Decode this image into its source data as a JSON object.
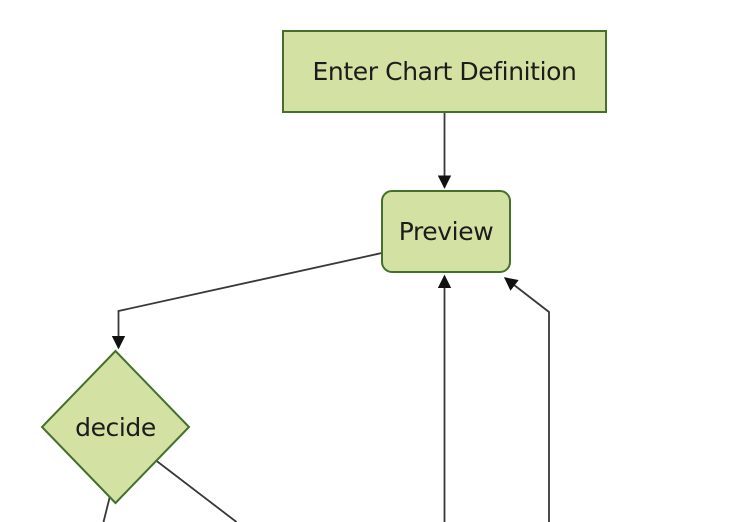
{
  "colors": {
    "background": "#ffffff",
    "node_fill": "#d3e2a2",
    "node_stroke": "#44702b",
    "edge": "#383838",
    "arrow": "#111111",
    "text": "#1c1c1c"
  },
  "nodes": {
    "definition": {
      "label": "Enter Chart Definition",
      "shape": "rectangle"
    },
    "preview": {
      "label": "Preview",
      "shape": "rounded-rectangle"
    },
    "decide": {
      "label": "decide",
      "shape": "diamond"
    }
  },
  "edges": [
    {
      "from": "definition",
      "to": "preview",
      "arrow": true
    },
    {
      "from": "preview",
      "to": "decide",
      "arrow": true
    },
    {
      "from": "offscreen-bottom",
      "to": "preview",
      "arrow": true
    },
    {
      "from": "offscreen-bottom-right",
      "to": "preview",
      "arrow": true
    },
    {
      "from": "decide",
      "to": "offscreen-bottom-left",
      "arrow": false
    },
    {
      "from": "decide",
      "to": "offscreen-bottom-right",
      "arrow": false
    }
  ]
}
